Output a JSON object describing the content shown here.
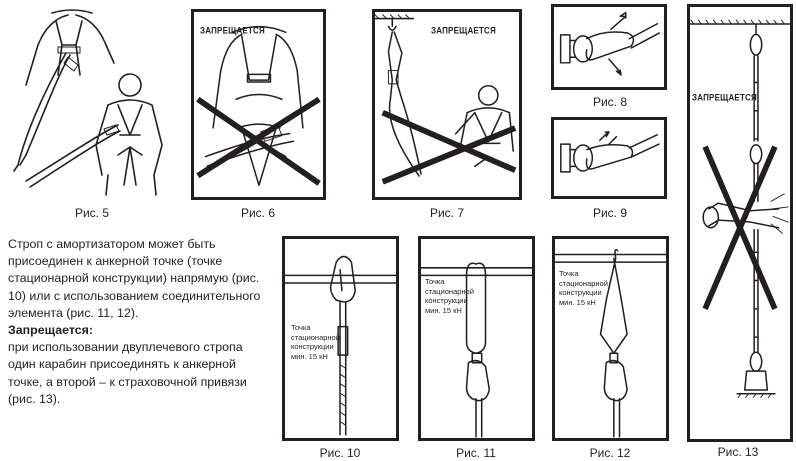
{
  "captions": {
    "fig5": "Рис. 5",
    "fig6": "Рис. 6",
    "fig7": "Рис. 7",
    "fig8": "Рис. 8",
    "fig9": "Рис. 9",
    "fig10": "Рис. 10",
    "fig11": "Рис. 11",
    "fig12": "Рис. 12",
    "fig13": "Рис. 13"
  },
  "banners": {
    "fig6": "ЗАПРЕЩАЕТСЯ",
    "fig7": "ЗАПРЕЩАЕТСЯ",
    "fig13": "ЗАПРЕЩАЕТСЯ"
  },
  "labels": {
    "fig10": "Точка\nстационарной\nконструкции\nмин. 15 кН",
    "fig11": "Точка\nстационарной\nконструкции\nмин. 15 кН",
    "fig12": "Точка\nстационарной\nконструкции\nмин. 15 кН"
  },
  "text": {
    "paragraph1": "Строп с амортизатором может быть присоединен к анкерной точке (точке стационарной конструкции) напрямую (рис. 10) или с использованием соединительного элемента (рис. 11, 12).",
    "forbidden_heading": "Запрещается:",
    "paragraph2": "при использовании двуплечевого стропа один карабин присоединять к анкерной точке, а второй – к страховочной привязи (рис. 13)."
  }
}
